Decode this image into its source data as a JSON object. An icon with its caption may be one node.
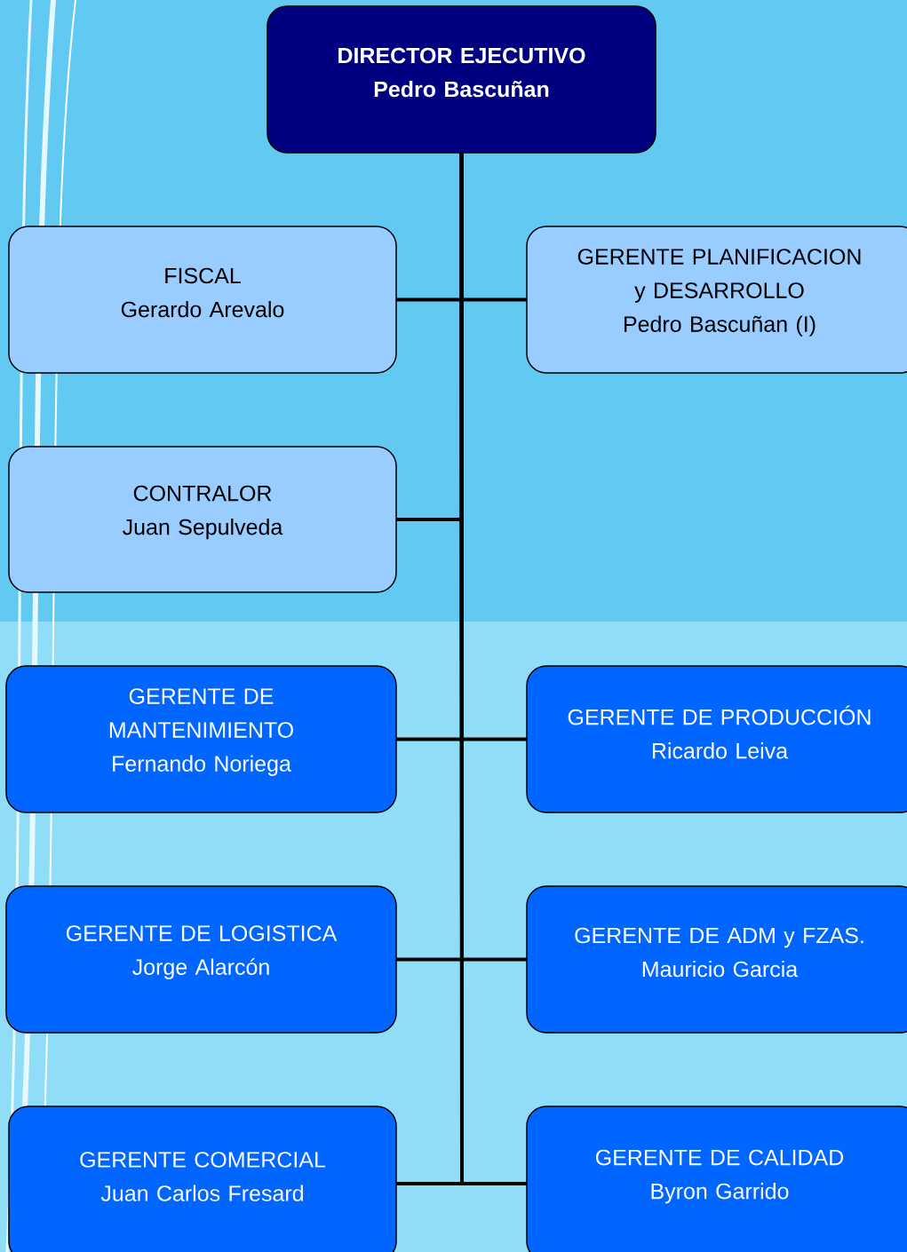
{
  "diagram": {
    "nodes": [
      {
        "text": [
          "DIRECTOR EJECUTIVO",
          "Pedro Bascuñan"
        ]
      },
      {
        "text": [
          "FISCAL",
          "Gerardo Arevalo"
        ]
      },
      {
        "text": [
          "GERENTE PLANIFICACION y DESARROLLO",
          "Pedro Bascuñan (I)"
        ]
      },
      {
        "text": [
          "CONTRALOR",
          "Juan Sepulveda"
        ]
      },
      {
        "text": [
          "GERENTE DE MANTENIMIENTO",
          "Fernando Noriega"
        ]
      },
      {
        "text": [
          "GERENTE DE PRODUCCIÓN",
          "Ricardo Leiva"
        ]
      },
      {
        "text": [
          "GERENTE DE LOGISTICA",
          "Jorge Alarcón"
        ]
      },
      {
        "text": [
          "GERENTE DE ADM y FZAS.",
          "Mauricio Garcia"
        ]
      },
      {
        "text": [
          "GERENTE COMERCIAL",
          "Juan Carlos Fresard"
        ]
      },
      {
        "text": [
          "GERENTE DE CALIDAD",
          "Byron Garrido"
        ]
      }
    ],
    "edges": [
      {
        "from": 0,
        "to": 1,
        "arrow": "none"
      },
      {
        "from": 0,
        "to": 2,
        "arrow": "none"
      },
      {
        "from": 0,
        "to": 3,
        "arrow": "none"
      },
      {
        "from": 0,
        "to": 4,
        "arrow": "none"
      },
      {
        "from": 0,
        "to": 5,
        "arrow": "none"
      },
      {
        "from": 0,
        "to": 6,
        "arrow": "none"
      },
      {
        "from": 0,
        "to": 7,
        "arrow": "none"
      },
      {
        "from": 0,
        "to": 8,
        "arrow": "none"
      },
      {
        "from": 0,
        "to": 9,
        "arrow": "none"
      }
    ]
  }
}
